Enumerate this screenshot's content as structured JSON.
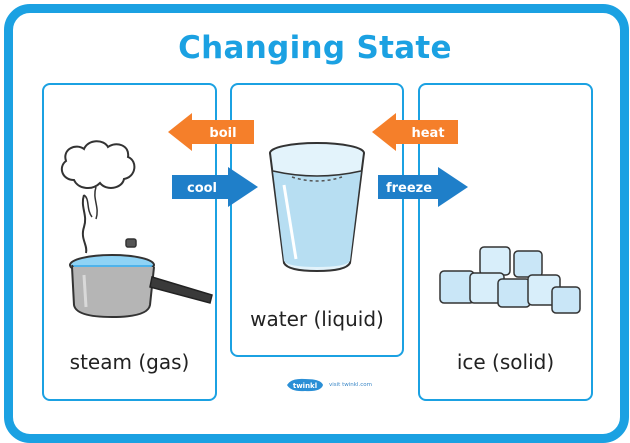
{
  "title": "Changing State",
  "cards": {
    "gas": {
      "label": "steam (gas)"
    },
    "liquid": {
      "label": "water (liquid)"
    },
    "solid": {
      "label": "ice (solid)"
    }
  },
  "arrows": {
    "boil": {
      "label": "boil",
      "color": "#f57f2a"
    },
    "cool": {
      "label": "cool",
      "color": "#1f7fc9"
    },
    "heat": {
      "label": "heat",
      "color": "#f57f2a"
    },
    "freeze": {
      "label": "freeze",
      "color": "#1f7fc9"
    }
  },
  "footer": {
    "brand": "twinkl",
    "url": "visit twinkl.com"
  },
  "colors": {
    "frame": "#1ba1e2",
    "card_border": "#1ba1e2"
  },
  "icons": [
    "steam-cloud-icon",
    "saucepan-icon",
    "water-glass-icon",
    "ice-cubes-icon"
  ]
}
